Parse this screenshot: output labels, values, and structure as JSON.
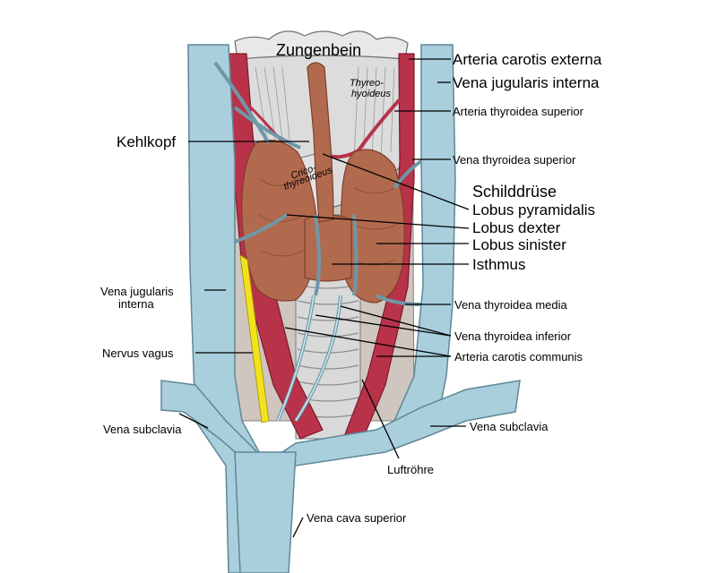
{
  "labels": {
    "zungenbein": "Zungenbein",
    "thyreohyoideus_line1": "Thyreo-",
    "thyreohyoideus_line2": "hyoideus",
    "cricothyreoideus_line1": "Crico-",
    "cricothyreoideus_line2": "thyreoideus",
    "arteria_carotis_externa": "Arteria carotis externa",
    "vena_jugularis_interna_right": "Vena jugularis interna",
    "arteria_thyroidea_superior": "Arteria thyroidea superior",
    "kehlkopf": "Kehlkopf",
    "vena_thyroidea_superior": "Vena thyroidea superior",
    "schilddruese": "Schilddrüse",
    "lobus_pyramidalis": "Lobus pyramidalis",
    "lobus_dexter": "Lobus dexter",
    "lobus_sinister": "Lobus sinister",
    "isthmus": "Isthmus",
    "vena_jugularis_interna_left_line1": "Vena jugularis",
    "vena_jugularis_interna_left_line2": "interna",
    "vena_thyroidea_media": "Vena thyroidea media",
    "vena_thyroidea_inferior": "Vena thyroidea inferior",
    "nervus_vagus": "Nervus vagus",
    "arteria_carotis_communis": "Arteria carotis communis",
    "vena_subclavia_left": "Vena subclavia",
    "vena_subclavia_right": "Vena subclavia",
    "luftroehre": "Luftröhre",
    "vena_cava_superior": "Vena cava superior"
  },
  "colors": {
    "vein": "#a9cfdd",
    "vein_edge": "#5f8797",
    "artery": "#b8324a",
    "artery_dark": "#7c1a2c",
    "thyroid": "#b26a4e",
    "thyroid_dark": "#7e3f2a",
    "cartilage": "#dedede",
    "nerve": "#f2e21e",
    "muscle": "#d4c8c0"
  }
}
